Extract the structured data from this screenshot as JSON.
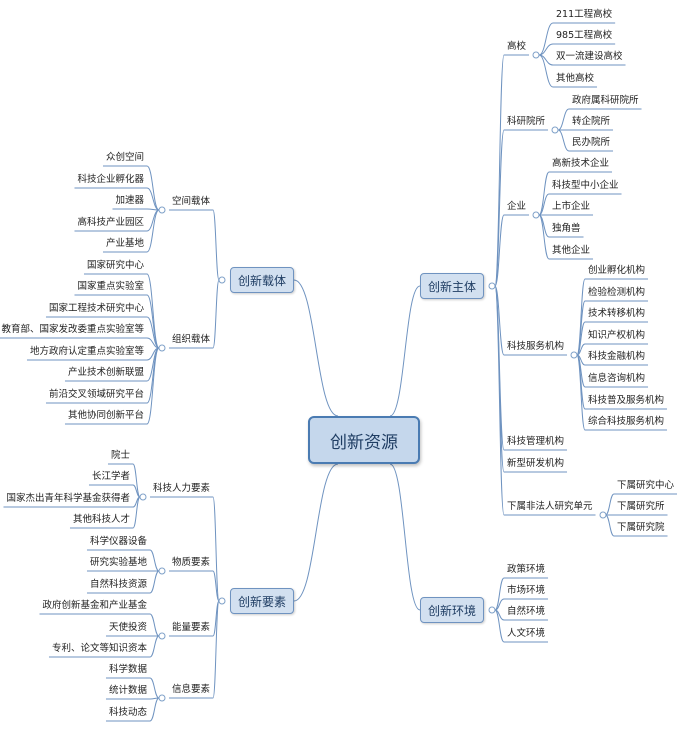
{
  "root": "创新资源",
  "branches": {
    "subject": {
      "label": "创新主体",
      "groups": [
        {
          "label": "高校",
          "items": [
            "211工程高校",
            "985工程高校",
            "双一流建设高校",
            "其他高校"
          ]
        },
        {
          "label": "科研院所",
          "items": [
            "政府属科研院所",
            "转企院所",
            "民办院所"
          ]
        },
        {
          "label": "企业",
          "items": [
            "高新技术企业",
            "科技型中小企业",
            "上市企业",
            "独角兽",
            "其他企业"
          ]
        },
        {
          "label": "科技服务机构",
          "items": [
            "创业孵化机构",
            "检验检测机构",
            "技术转移机构",
            "知识产权机构",
            "科技金融机构",
            "信息咨询机构",
            "科技普及服务机构",
            "综合科技服务机构"
          ]
        },
        {
          "label": "科技管理机构",
          "items": []
        },
        {
          "label": "新型研发机构",
          "items": []
        },
        {
          "label": "下属非法人研究单元",
          "items": [
            "下属研究中心",
            "下属研究所",
            "下属研究院"
          ]
        }
      ]
    },
    "environment": {
      "label": "创新环境",
      "items": [
        "政策环境",
        "市场环境",
        "自然环境",
        "人文环境"
      ]
    },
    "carrier": {
      "label": "创新载体",
      "groups": [
        {
          "label": "空间载体",
          "items": [
            "众创空间",
            "科技企业孵化器",
            "加速器",
            "高科技产业园区",
            "产业基地"
          ]
        },
        {
          "label": "组织载体",
          "items": [
            "国家研究中心",
            "国家重点实验室",
            "国家工程技术研究中心",
            "教育部、国家发改委重点实验室等",
            "地方政府认定重点实验室等",
            "产业技术创新联盟",
            "前沿交叉领域研究平台",
            "其他协同创新平台"
          ]
        }
      ]
    },
    "elements": {
      "label": "创新要素",
      "groups": [
        {
          "label": "科技人力要素",
          "items": [
            "院士",
            "长江学者",
            "国家杰出青年科学基金获得者",
            "其他科技人才"
          ]
        },
        {
          "label": "物质要素",
          "items": [
            "科学仪器设备",
            "研究实验基地",
            "自然科技资源"
          ]
        },
        {
          "label": "能量要素",
          "items": [
            "政府创新基金和产业基金",
            "天使投资",
            "专利、论文等知识资本"
          ]
        },
        {
          "label": "信息要素",
          "items": [
            "科学数据",
            "统计数据",
            "科技动态"
          ]
        }
      ]
    }
  },
  "colors": {
    "line": "#6f93c0",
    "underline": "#5b86b8",
    "root_fill": "#c5d7ec",
    "main_fill": "#d2e0f0"
  }
}
